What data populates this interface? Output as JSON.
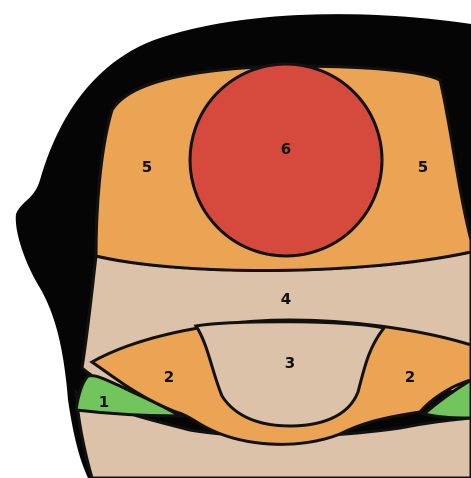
{
  "colors": {
    "outline": "#111111",
    "hair": "#050505",
    "skin": "#dcc2a8",
    "orange": "#eba453",
    "red": "#d54a3c",
    "green": "#71c55c",
    "background": "#ffffff"
  },
  "zones": [
    {
      "id": "zone-1-left",
      "label": "1"
    },
    {
      "id": "zone-1-right",
      "label": ""
    },
    {
      "id": "zone-2-left",
      "label": "2"
    },
    {
      "id": "zone-2-right",
      "label": "2"
    },
    {
      "id": "zone-3",
      "label": "3"
    },
    {
      "id": "zone-4",
      "label": "4"
    },
    {
      "id": "zone-5-left",
      "label": "5"
    },
    {
      "id": "zone-5-right",
      "label": "5"
    },
    {
      "id": "zone-6",
      "label": "6"
    }
  ]
}
